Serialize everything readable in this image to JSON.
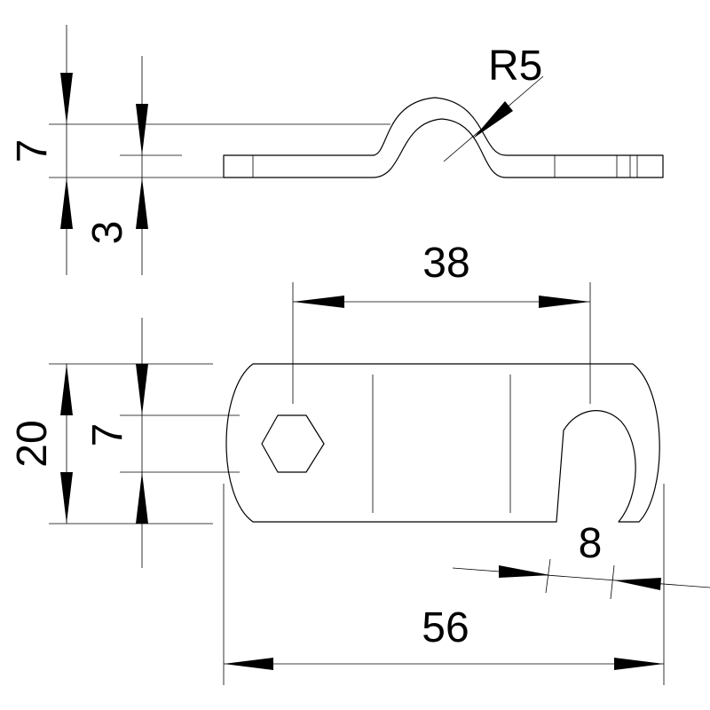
{
  "dimensions": {
    "side_height": "7",
    "side_thickness": "3",
    "bend_radius": "R5",
    "hole_spacing": "38",
    "total_width": "20",
    "hole_width": "7",
    "slot_width": "8",
    "total_length": "56"
  }
}
